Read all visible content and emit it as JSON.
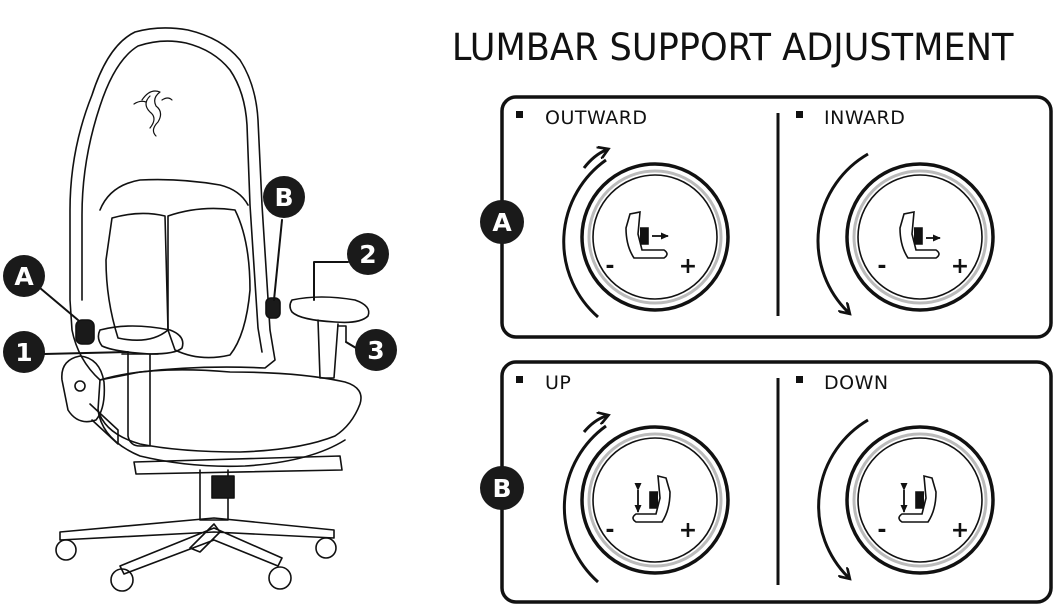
{
  "title": "LUMBAR SUPPORT ADJUSTMENT",
  "chair_markers": {
    "a": "A",
    "b": "B",
    "one": "1",
    "two": "2",
    "three": "3"
  },
  "panels": {
    "a": {
      "marker": "A",
      "left": {
        "label": "OUTWARD",
        "minus": "-",
        "plus": "+"
      },
      "right": {
        "label": "INWARD",
        "minus": "-",
        "plus": "+"
      }
    },
    "b": {
      "marker": "B",
      "left": {
        "label": "UP",
        "minus": "-",
        "plus": "+"
      },
      "right": {
        "label": "DOWN",
        "minus": "-",
        "plus": "+"
      }
    }
  },
  "icons": {
    "bullet": "square-bullet-icon",
    "dial": "adjustment-dial-icon",
    "arrow": "rotation-arrow-icon",
    "seat": "seat-lumbar-icon"
  },
  "colors": {
    "ink": "#111111",
    "marker_fill": "#1a1a1a",
    "paper": "#ffffff",
    "ring_inner": "#bbbbbb"
  }
}
